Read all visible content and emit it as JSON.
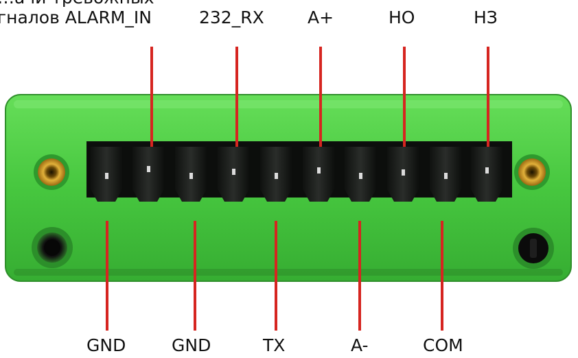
{
  "top_labels": {
    "partial_line1": "…ачи тревожных",
    "partial_line2": "гналов ALARM_IN",
    "rx": "232_RX",
    "a_plus": "A+",
    "no": "НО",
    "nc": "НЗ"
  },
  "bottom_labels": {
    "gnd1": "GND",
    "gnd2": "GND",
    "tx": "TX",
    "a_minus": "A-",
    "com": "COM"
  },
  "colors": {
    "board": "#4fd14a",
    "board_light": "#6be35f",
    "board_dark": "#2e9a2d",
    "terminal": "#1b1d1b",
    "leader": "#d62520",
    "brass": "#d3a02a"
  }
}
